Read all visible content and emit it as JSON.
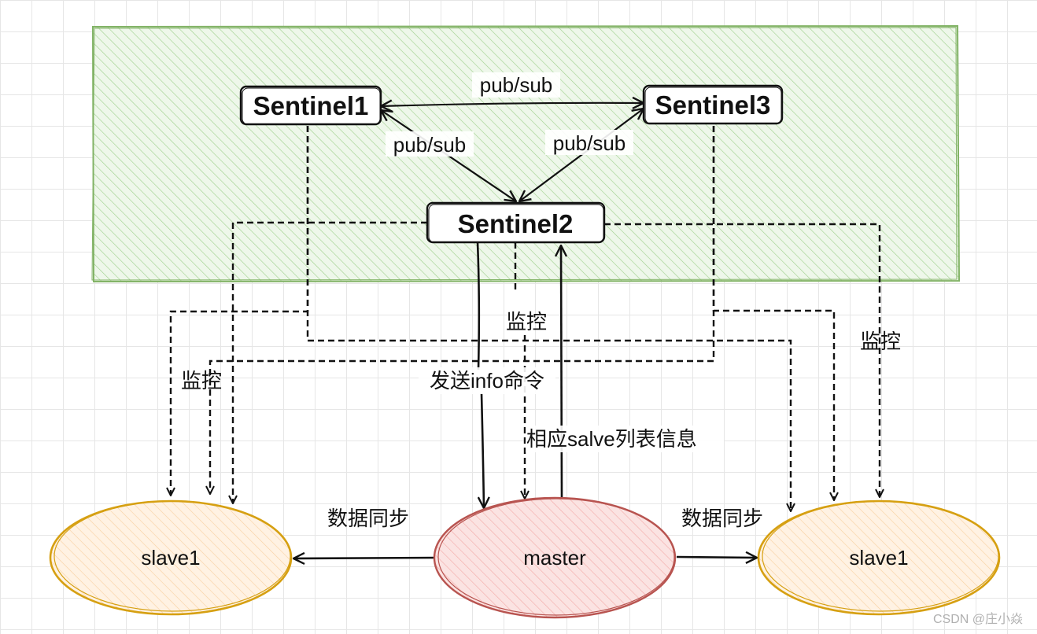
{
  "nodes": {
    "sentinel1": "Sentinel1",
    "sentinel2": "Sentinel2",
    "sentinel3": "Sentinel3",
    "master": "master",
    "slave_left": "slave1",
    "slave_right": "slave1"
  },
  "labels": {
    "pubsub_top": "pub/sub",
    "pubsub_left": "pub/sub",
    "pubsub_right": "pub/sub",
    "monitor_center": "监控",
    "monitor_left": "监控",
    "monitor_right": "监控",
    "send_info": "发送info命令",
    "reply_slaves": "相应salve列表信息",
    "sync_left": "数据同步",
    "sync_right": "数据同步"
  },
  "watermark": "CSDN @庄小焱",
  "colors": {
    "sentinel_group_border": "#82b366",
    "sentinel_group_fill": "#d5e8d4",
    "master_border": "#b85450",
    "master_fill": "#f8cecc",
    "slave_border": "#d6a012",
    "slave_fill": "#ffe6cc"
  }
}
